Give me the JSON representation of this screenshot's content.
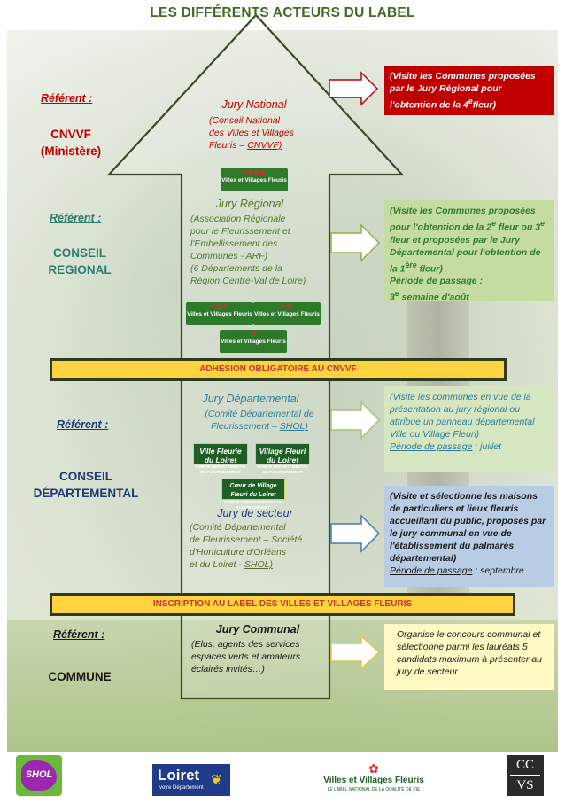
{
  "title": "LES DIFFÉRENTS ACTEURS DU LABEL",
  "colors": {
    "green_dark": "#3f6b23",
    "red": "#c00000",
    "teal": "#2e7d6b",
    "blue_dark": "#1f3a7a",
    "band_fill": "#ffd23f",
    "box_red": "#c00000",
    "box_green": "#c5dca0",
    "box_blue": "#b8cce4",
    "box_yellow": "#fff9c4"
  },
  "referents": [
    {
      "label": "Référent :",
      "name_line1": "CNVVF",
      "name_line2": "(Ministère)"
    },
    {
      "label": "Référent :",
      "name_line1": "CONSEIL",
      "name_line2": "REGIONAL"
    },
    {
      "label": "Référent :",
      "name_line1": "CONSEIL",
      "name_line2": "DÉPARTEMENTAL"
    },
    {
      "label": "Référent :",
      "name_line1": "COMMUNE",
      "name_line2": ""
    }
  ],
  "juries": {
    "national": {
      "title": "Jury National",
      "lines": [
        "(Conseil National",
        "des Villes et Villages",
        "Fleuris – "
      ],
      "link": "CNVVF)"
    },
    "regional": {
      "title": "Jury Régional",
      "lines": [
        "(Association Régionale",
        "pour le Fleurissement et",
        "l'Embellissement des",
        "Communes - ARF)",
        "(6 Départements de la",
        "Région Centre-Val de Loire)"
      ]
    },
    "departemental": {
      "title": "Jury Départemental",
      "lines": [
        "(Comité Départemental de",
        "Fleurissement –  "
      ],
      "link": "SHOL)"
    },
    "secteur": {
      "title": "Jury de secteur",
      "lines": [
        "(Comité Départemental",
        "de Fleurissement – Société",
        "d'Horticulture d'Orléans",
        "et du Loiret - "
      ],
      "link": "SHOL)"
    },
    "communal": {
      "title": "Jury Communal",
      "lines": [
        "(Elus, agents des services",
        "espaces verts et amateurs",
        "éclairés invités…)"
      ]
    }
  },
  "bands": {
    "adhesion": "ADHESION OBLIGATOIRE AU CNVVF",
    "inscription": "INSCRIPTION AU LABEL DES VILLES ET VILLAGES FLEURIS"
  },
  "boxes": {
    "national": {
      "text": "(Visite les Communes proposées par le Jury Régional pour l'obtention de la 4",
      "sup": "e",
      "text_end": "fleur)"
    },
    "regional": {
      "line1": "(Visite les Communes proposées pour l'obtention de la 2",
      "sup1": "e",
      "line1b": " fleur ou 3",
      "sup2": "e",
      "line1c": " fleur et proposées par le Jury Départemental pour l'obtention de la 1",
      "sup3": "ère",
      "line1d": " fleur)",
      "period_label": "Période de passage",
      "period_colon": " :",
      "period_value": "3",
      "period_sup": "e",
      "period_value_end": " semaine d'août"
    },
    "departemental": {
      "text": "(Visite les communes en vue de la présentation au jury régional ou attribue un panneau départemental Ville ou Village Fleuri)",
      "period_label": "Période de passage",
      "period_value": " : juillet"
    },
    "secteur": {
      "text": "(Visite et sélectionne les maisons de particuliers et lieux fleuris accueillant du public, proposés par le jury communal en vue de l'établissement du palmarès départemental)",
      "period_label": "Période de passage",
      "period_value": " : septembre"
    },
    "communal": {
      "text": "Organise le concours communal et sélectionne parmi les lauréats 5 candidats maximum à présenter au jury de secteur"
    }
  },
  "logos": {
    "vvf_main": "Villes et Villages Fleuris",
    "vvf_sub": "LE LABEL NATIONAL DE LA QUALITÉ DE VIE",
    "ville_fleurie": "Ville Fleurie du Loiret",
    "village_fleuri": "Village Fleuri du Loiret",
    "coeur_village": "Cœur de Village Fleuri du Loiret",
    "comite_sub": "COMITÉ DÉPARTEMENTAL DE FLEURISSEMENT",
    "shol": "SHOL",
    "loiret": "Loiret",
    "loiret_sub": "votre Département",
    "ccvs_top": "CC",
    "ccvs_bottom": "VS"
  }
}
